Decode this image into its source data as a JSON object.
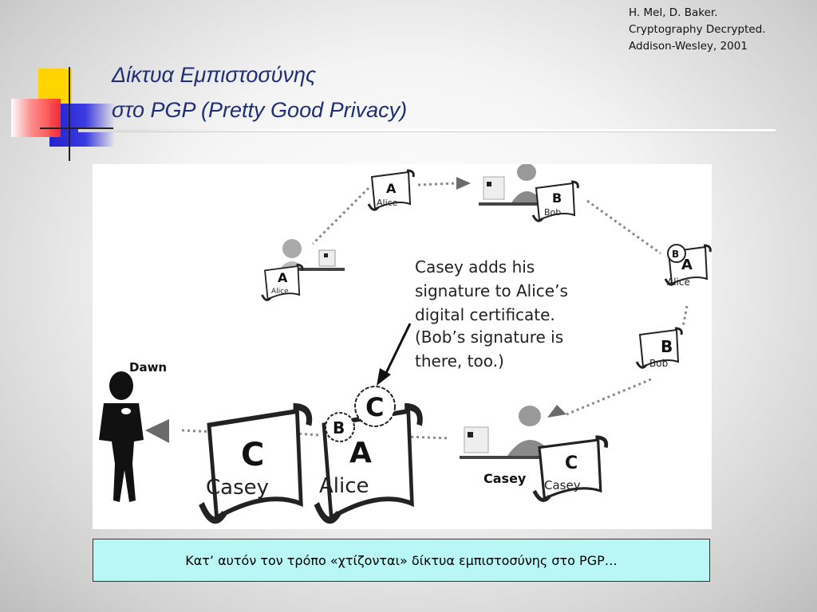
{
  "reference": {
    "line1": "H. Mel, D. Baker.",
    "line2": "Cryptography Decrypted.",
    "line3": "Addison-Wesley, 2001"
  },
  "title": {
    "line1": "Δίκτυα Εμπιστοσύνης",
    "line2": "στο PGP (Pretty Good Privacy)"
  },
  "figure": {
    "callout": [
      "Casey adds his",
      "signature to Alice’s",
      "digital certificate.",
      "(Bob’s signature is",
      "there, too.)"
    ],
    "people": {
      "dawn": "Dawn",
      "casey": "Casey"
    },
    "cert_letters": {
      "a": "A",
      "b": "B",
      "c": "C"
    },
    "cert_names": {
      "alice": "Alice",
      "bob": "Bob",
      "casey": "Casey"
    }
  },
  "caption": "Κατ’ αυτόν τον τρόπο «χτίζονται» δίκτυα εμπιστοσύνης στο PGP…",
  "colors": {
    "title": "#1f2e78",
    "caption_bg": "#b9f6f6",
    "deco_yellow": "#ffd400",
    "deco_blue": "#2828d8",
    "deco_red": "#ff3b3b"
  }
}
